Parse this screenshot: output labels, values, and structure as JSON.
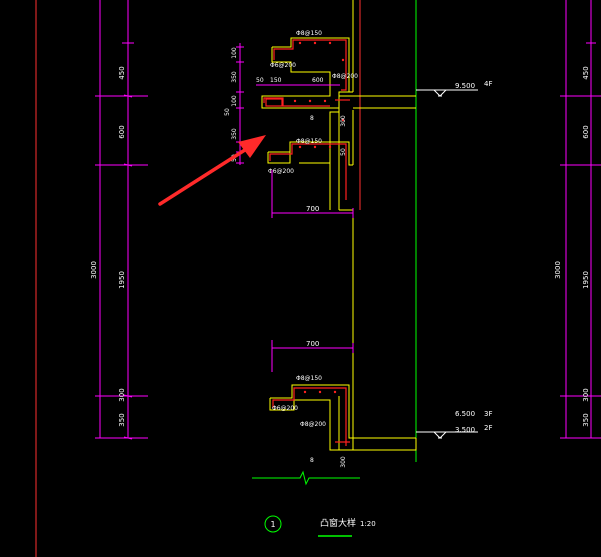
{
  "drawing": {
    "title": "凸窗大样",
    "scale": "1:20",
    "detail_number": "1"
  },
  "left_dimensions": {
    "segments": [
      "450",
      "600",
      "1950",
      "300",
      "350"
    ],
    "total": "3000"
  },
  "right_dimensions": {
    "segments": [
      "450",
      "600",
      "1950",
      "300",
      "350"
    ],
    "total": "3000"
  },
  "upper_window": {
    "top_rebar": "Φ8@150",
    "tie_rebar_top": "Φ6@200",
    "dim_50": "50",
    "dim_150": "150",
    "dim_600": "600",
    "slab_rebar": "Φ8@200",
    "left_dims": [
      "100",
      "350",
      "100",
      "50",
      "350",
      "50"
    ],
    "mid_rebar": "Φ8@150",
    "tie_rebar_mid": "Φ6@200",
    "small_label": "8",
    "wall_dim_50": "50",
    "wall_dim_300": "300",
    "width": "700"
  },
  "lower_window": {
    "width": "700",
    "top_rebar": "Φ8@150",
    "tie_rebar": "Φ6@200",
    "slab_rebar": "Φ8@200",
    "small_label": "8",
    "wall_dim_300": "300"
  },
  "levels": {
    "upper_elev": "9.500",
    "upper_floor": "4F",
    "mid_elev": "6.500",
    "mid_floor": "3F",
    "lower_elev": "3.500",
    "lower_floor": "2F"
  },
  "colors": {
    "background": "#000000",
    "dimension": "#ff00ff",
    "concrete": "#ffff00",
    "rebar": "#ff2020",
    "text": "#ffffff",
    "grid": "#ff3030",
    "green": "#00ff00",
    "arrow": "#ff2a2a"
  }
}
